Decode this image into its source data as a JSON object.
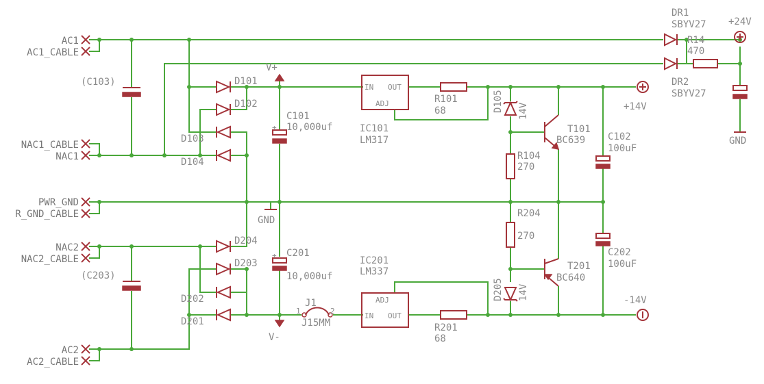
{
  "connectors": {
    "ac1": "AC1",
    "ac1_cable": "AC1_CABLE",
    "nac1_cable": "NAC1_CABLE",
    "nac1": "NAC1",
    "pwr_gnd": "PWR_GND",
    "pwr_gnd_cable": "R_GND_CABLE",
    "nac2": "NAC2",
    "nac2_cable": "NAC2_CABLE",
    "ac2": "AC2",
    "ac2_cable": "AC2_CABLE"
  },
  "capacitors": {
    "c103": "(C103)",
    "c203": "(C203)",
    "c101_name": "C101",
    "c101_value": "10,000uf",
    "c201_name": "C201",
    "c201_value": "10,000uf",
    "c102_name": "C102",
    "c102_value": "100uF",
    "c202_name": "C202",
    "c202_value": "100uF"
  },
  "diodes": {
    "d101": "D101",
    "d102": "D102",
    "d103": "D103",
    "d104": "D104",
    "d201": "D201",
    "d202": "D202",
    "d203": "D203",
    "d204": "D204",
    "d105": "D105",
    "d105_value": "14V",
    "d205": "D205",
    "d205_value": "14V",
    "dr1": "DR1",
    "dr1_value": "SBYV27",
    "dr2": "DR2",
    "dr2_value": "SBYV27"
  },
  "regulators": {
    "ic101": "IC101",
    "ic101_value": "LM317",
    "ic201": "IC201",
    "ic201_value": "LM337",
    "pin_in": "IN",
    "pin_out": "OUT",
    "pin_adj": "ADJ"
  },
  "resistors": {
    "r101": "R101",
    "r101_value": "68",
    "r201": "R201",
    "r201_value": "68",
    "r104": "R104",
    "r104_value": "270",
    "r204": "R204",
    "r204_value": "270",
    "r14": "R14",
    "r14_value": "470"
  },
  "transistors": {
    "t101": "T101",
    "t101_value": "BC639",
    "t201": "T201",
    "t201_value": "BC640"
  },
  "jumper": {
    "name": "J1",
    "value": "J15MM",
    "pin1": "1",
    "pin2": "2"
  },
  "nets": {
    "vplus": "V+",
    "vminus": "V-",
    "gnd": "GND",
    "gnd_right": "GND",
    "plus24": "+24V",
    "plus14": "+14V",
    "minus14": "-14V"
  },
  "colors": {
    "wire": "#4aa83a",
    "component": "#a4343a",
    "text": "#8a8a8a"
  }
}
